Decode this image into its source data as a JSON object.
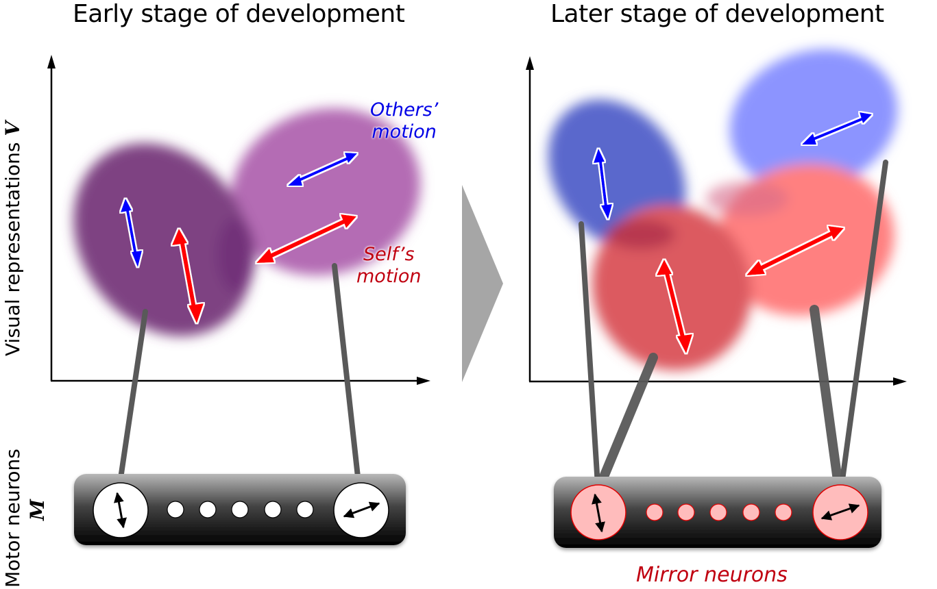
{
  "panels": {
    "early": {
      "title": "Early stage of development"
    },
    "later": {
      "title": "Later stage of development"
    }
  },
  "axes": {
    "visual_label": "Visual representations",
    "visual_var": "V",
    "motor_label": "Motor neurons",
    "motor_var": "M"
  },
  "annotations": {
    "others_line1": "Others’",
    "others_line2": "motion",
    "self_line1": "Self’s",
    "self_line2": "motion",
    "mirror": "Mirror neurons"
  },
  "colors": {
    "early_cluster_dark": "#7a3a80",
    "early_cluster_light": "#b46cb4",
    "others_blue": "#0000ff",
    "self_red": "#ff0000",
    "later_blue_dark": "#5060cc",
    "later_blue_light": "#8c94ff",
    "later_red_dark": "#d9555e",
    "later_red_light": "#ff7f80",
    "mirror_neuron_fill": "#ffbcbc",
    "mirror_neuron_stroke": "#e00000",
    "connection": "#595959",
    "transition_arrow": "#a6a6a6"
  },
  "motor_layer": {
    "early": {
      "neuron_count_small": 5,
      "neuron_style": "plain"
    },
    "later": {
      "neuron_count_small": 5,
      "neuron_style": "mirror"
    }
  }
}
